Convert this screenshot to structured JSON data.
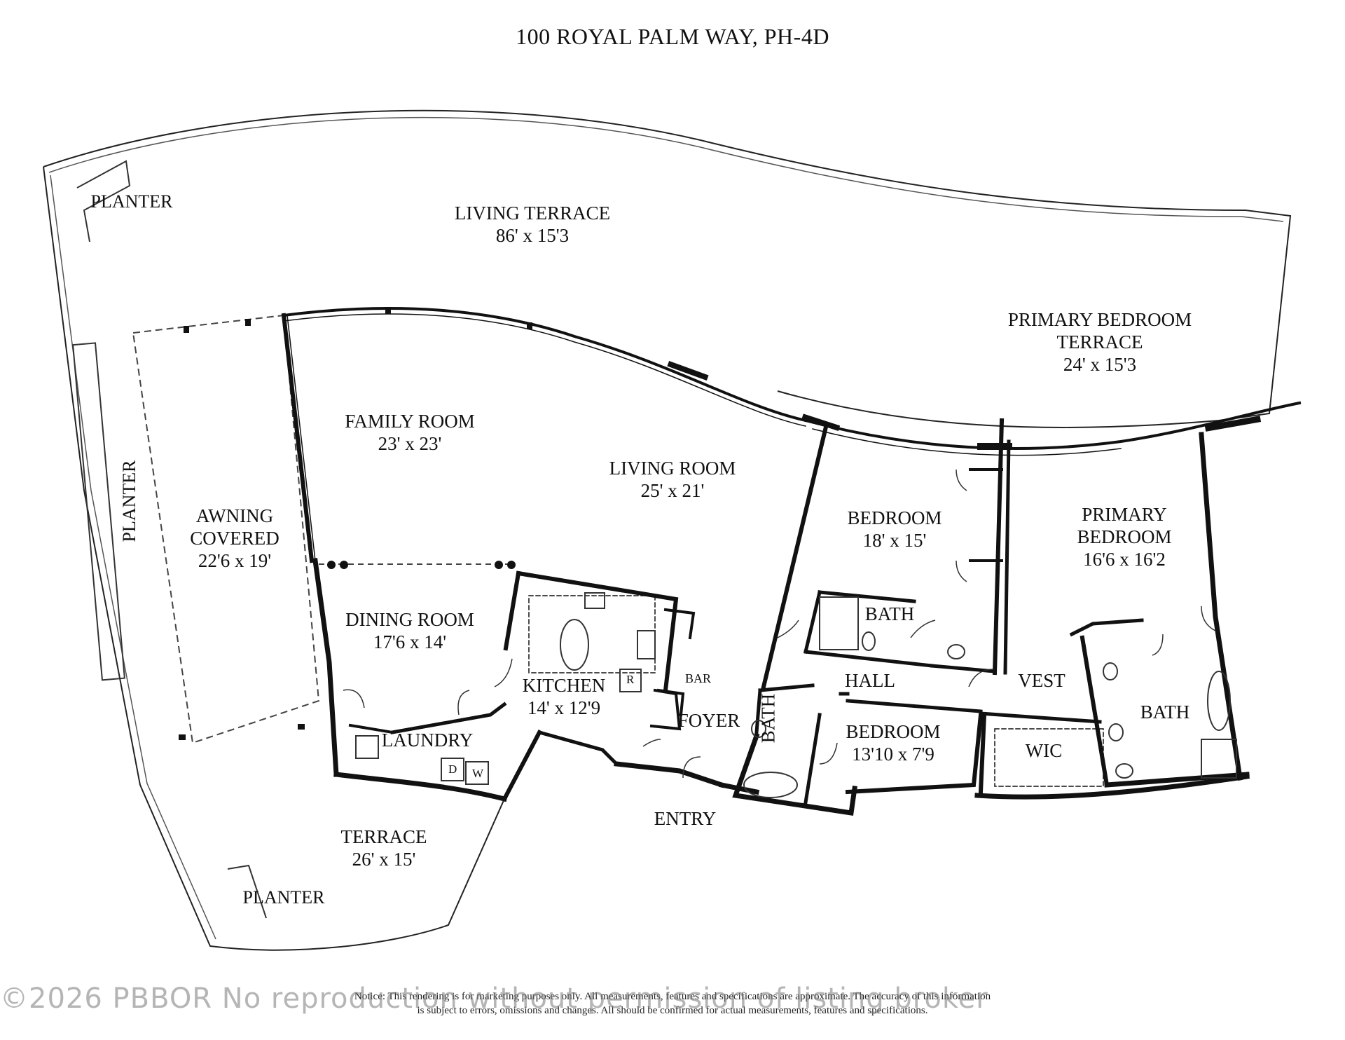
{
  "title": "100 ROYAL PALM WAY,  PH-4D",
  "rooms": {
    "living_terrace": {
      "name": "LIVING TERRACE",
      "dims": "86' x 15'3"
    },
    "primary_bedroom_terrace": {
      "name1": "PRIMARY BEDROOM",
      "name2": "TERRACE",
      "dims": "24' x 15'3"
    },
    "family_room": {
      "name": "FAMILY ROOM",
      "dims": "23' x 23'"
    },
    "living_room": {
      "name": "LIVING ROOM",
      "dims": "25' x 21'"
    },
    "awning": {
      "name1": "AWNING",
      "name2": "COVERED",
      "dims": "22'6 x 19'"
    },
    "dining_room": {
      "name": "DINING ROOM",
      "dims": "17'6 x 14'"
    },
    "kitchen": {
      "name": "KITCHEN",
      "dims": "14' x 12'9"
    },
    "laundry": {
      "name": "LAUNDRY"
    },
    "terrace": {
      "name": "TERRACE",
      "dims": "26' x 15'"
    },
    "bedroom1": {
      "name": "BEDROOM",
      "dims": "18' x 15'"
    },
    "primary_bedroom": {
      "name1": "PRIMARY",
      "name2": "BEDROOM",
      "dims": "16'6 x 16'2"
    },
    "bedroom2": {
      "name": "BEDROOM",
      "dims": "13'10 x 7'9"
    },
    "bath1": {
      "name": "BATH"
    },
    "bath2": {
      "name": "BATH"
    },
    "bath_primary": {
      "name": "BATH"
    },
    "hall": {
      "name": "HALL"
    },
    "vest": {
      "name": "VEST"
    },
    "wic": {
      "name": "WIC"
    },
    "foyer": {
      "name": "FOYER"
    },
    "entry": {
      "name": "ENTRY"
    },
    "bar": {
      "name": "BAR"
    }
  },
  "labels": {
    "planter_top": "PLANTER",
    "planter_side": "PLANTER",
    "planter_bottom": "PLANTER",
    "dryer": "D",
    "washer": "W",
    "refrigerator": "R"
  },
  "notice": {
    "line1": "Notice: This rendering is for marketing purposes only. All measurements, features and specifications are approximate. The accuracy of this information",
    "line2": "is subject to errors, omissions and changes. All should be confirmed for actual measurements, features and specifications."
  },
  "watermark": "©2026 PBBOR No reproduction without permission of listing broker"
}
